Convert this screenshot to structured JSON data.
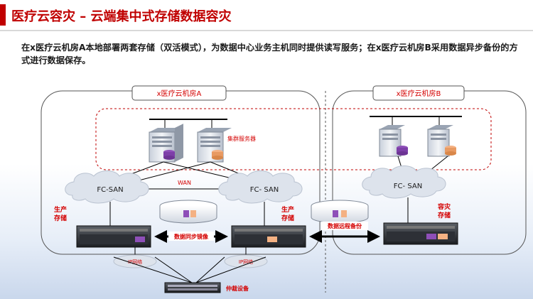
{
  "title": "医疗云容灾 – 云端集中式存储数据容灾",
  "description": "在x医疗云机房A本地部署两套存储（双活模式），为数据中心业务主机同时提供读写服务；在x医疗云机房B采用数据异步备份的方式进行数据保存。",
  "site_a": {
    "label": "x医疗云机房A"
  },
  "site_b": {
    "label": "x医疗云机房B"
  },
  "cluster_server_label": "集群服务器",
  "wan_label": "WAN",
  "fc_san_left": "FC-SAN",
  "fc_san_mid": "FC- SAN",
  "fc_san_right": "FC- SAN",
  "prod_storage_left": [
    "生产",
    "存储"
  ],
  "prod_storage_mid": [
    "生产",
    "存储"
  ],
  "dr_storage": [
    "容灾",
    "存储"
  ],
  "sync_mirror_label": "数据同步镜像",
  "remote_backup_label": "数据远程备份",
  "ip_network_left": "IP网络",
  "ip_network_right": "IP网络",
  "arbitration_label": "仲裁设备",
  "colors": {
    "accent": "#c00000",
    "label_red": "#d40000",
    "dashed_red": "#c00000",
    "cloud": "#dde3ec",
    "server": "#e8ecf2",
    "arrow": "#000000"
  }
}
